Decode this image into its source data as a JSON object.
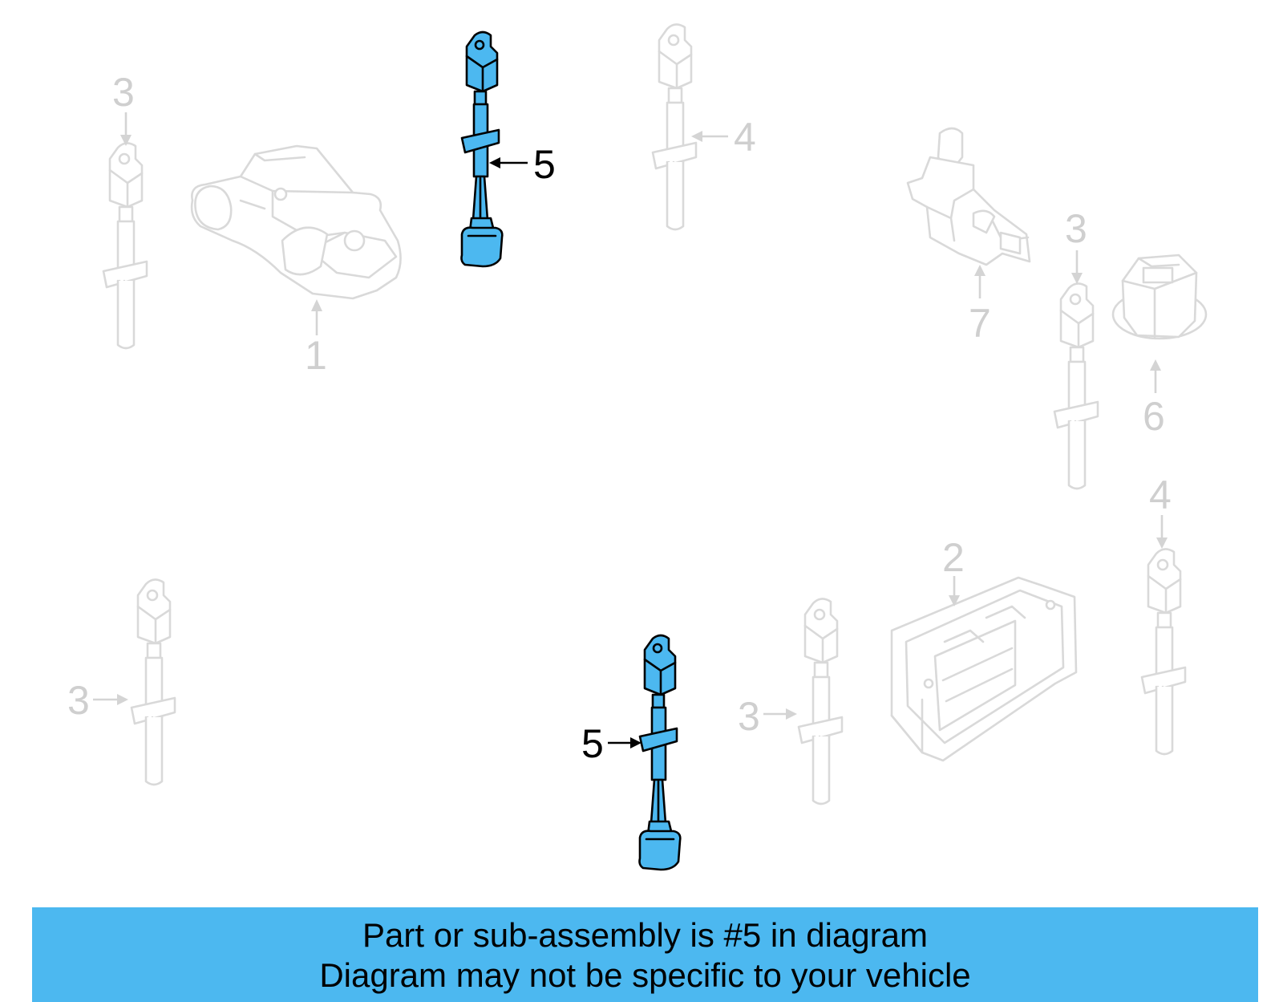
{
  "diagram": {
    "callouts": {
      "part_1": "1",
      "part_2": "2",
      "part_3_a": "3",
      "part_3_b": "3",
      "part_3_c": "3",
      "part_3_d": "3",
      "part_4_a": "4",
      "part_4_b": "4",
      "part_5_top": "5",
      "part_5_bottom": "5",
      "part_6": "6",
      "part_7": "7"
    },
    "highlight_color": "#4cb8f0",
    "ghost_color": "#d9d9d9"
  },
  "banner": {
    "line1": "Part or sub-assembly is #5 in diagram",
    "line2": "Diagram may not be specific to your vehicle",
    "background": "#4cb8f0"
  }
}
